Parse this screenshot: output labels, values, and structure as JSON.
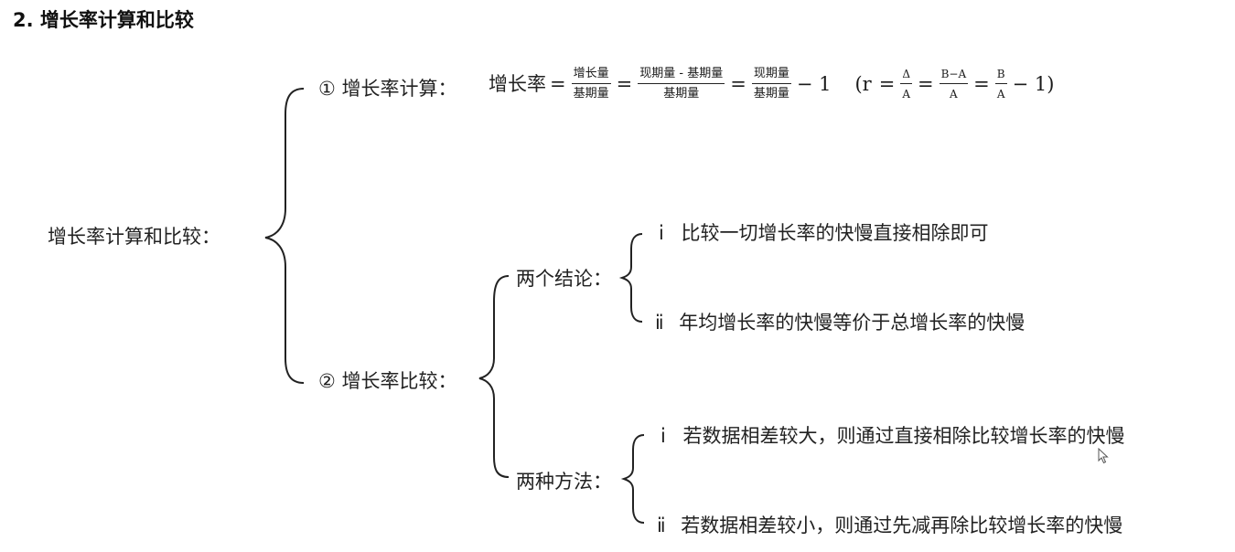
{
  "title": "2. 增长率计算和比较",
  "root_label": "增长率计算和比较：",
  "branch1": {
    "label": "① 增长率计算：",
    "formula": {
      "lhs": "增长率",
      "f1_num": "增长量",
      "f1_den": "基期量",
      "f2_num": "现期量 - 基期量",
      "f2_den": "基期量",
      "f3_num": "现期量",
      "f3_den": "基期量",
      "minus_one": "− 1",
      "paren_open": "(r",
      "s1_num": "Δ",
      "s1_den": "A",
      "s2_num": "B−A",
      "s2_den": "A",
      "s3_num": "B",
      "s3_den": "A",
      "paren_close": "− 1)",
      "eq": "="
    }
  },
  "branch2": {
    "label": "② 增长率比较：",
    "conclusions": {
      "label": "两个结论：",
      "items": [
        {
          "marker": "ⅰ",
          "text": "比较一切增长率的快慢直接相除即可"
        },
        {
          "marker": "ⅱ",
          "text": "年均增长率的快慢等价于总增长率的快慢"
        }
      ]
    },
    "methods": {
      "label": "两种方法：",
      "items": [
        {
          "marker": "ⅰ",
          "text": "若数据相差较大，则通过直接相除比较增长率的快慢"
        },
        {
          "marker": "ⅱ",
          "text": "若数据相差较小，则通过先减再除比较增长率的快慢"
        }
      ]
    }
  }
}
